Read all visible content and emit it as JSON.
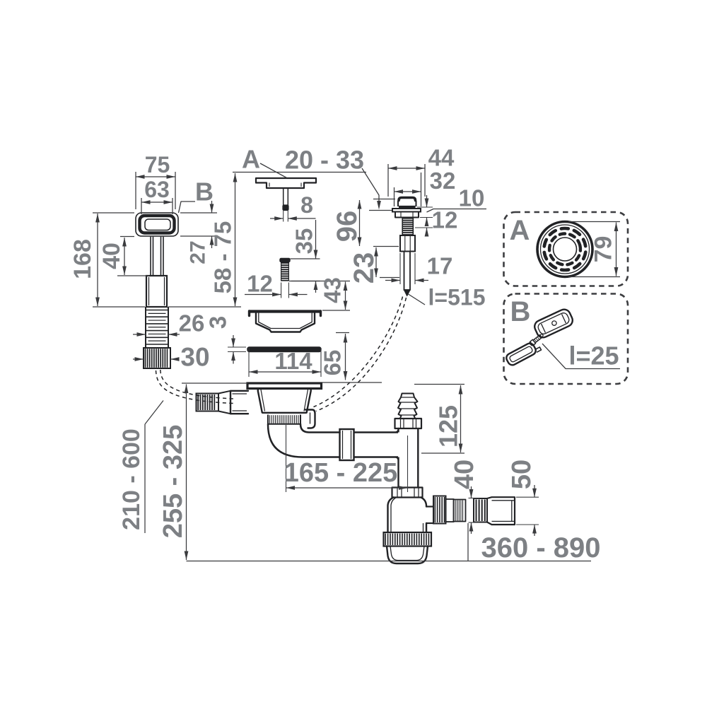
{
  "drawing": {
    "type": "technical-dimension-diagram",
    "subject": "kitchen sink siphon kit with overflow"
  },
  "colors": {
    "background": "#ffffff",
    "part_line": "#212225",
    "dimension_line": "#3a3b3e",
    "label_text": "#7d8084"
  },
  "labels": {
    "overflow": {
      "width_outer": "75",
      "width_inner": "63",
      "detail_ref_b": "B",
      "height_total": "168",
      "stem_length": "40",
      "head_height": "27",
      "adjust_range": "58 - 75",
      "hose_od": "26",
      "connector_od": "30"
    },
    "center": {
      "cover_ref_a": "A",
      "deck_range": "20 - 33",
      "pin_d": "8",
      "screw_len": "35",
      "screw_d": "12",
      "gap_43": "43",
      "gasket_t": "3",
      "flange_d": "114",
      "basket_h": "65"
    },
    "knob": {
      "hole_d": "44",
      "cap_d": "32",
      "h10": "10",
      "h12": "12",
      "depth_96": "96",
      "h23": "23",
      "nut_17": "17",
      "cable_len": "l=515"
    },
    "siphon": {
      "inlet_h": "125",
      "horiz_range": "165 - 225",
      "hose_len_range": "210 - 600",
      "trap_height": "255 - 325",
      "outlet_d": "40",
      "cuff_d": "50",
      "outlet_range": "360 - 890"
    }
  },
  "panels": {
    "a": {
      "ref": "A",
      "cap_d": "79"
    },
    "b": {
      "ref": "B",
      "screw_len": "l=25"
    }
  }
}
